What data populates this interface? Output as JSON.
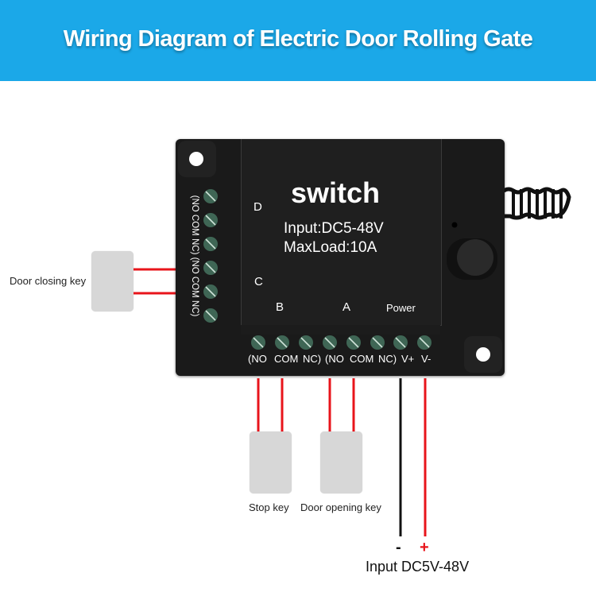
{
  "title": "Wiring Diagram of Electric Door Rolling Gate",
  "device": {
    "name": "switch",
    "input_spec": "Input:DC5-48V",
    "max_load": "MaxLoad:10A",
    "label_d": "D",
    "label_c": "C",
    "label_b": "B",
    "label_a": "A",
    "label_power": "Power",
    "side_terminals": "(NO COM NC) (NO COM NC)",
    "bottom_terminals": [
      "(NO",
      "COM",
      "NC)",
      "(NO",
      "COM",
      "NC)",
      "V+",
      "V-"
    ]
  },
  "keys": {
    "door_closing": "Door closing key",
    "stop": "Stop key",
    "door_opening": "Door opening key"
  },
  "power": {
    "minus": "-",
    "plus": "+",
    "label": "Input DC5V-48V"
  },
  "colors": {
    "banner": "#1ba8e8",
    "wire_red": "#e8141b",
    "wire_black": "#111111",
    "device": "#1a1a1a"
  }
}
